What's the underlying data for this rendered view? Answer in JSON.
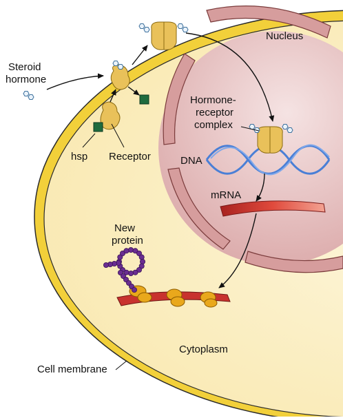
{
  "labels": {
    "steroid_hormone_1": "Steroid",
    "steroid_hormone_2": "hormone",
    "nucleus": "Nucleus",
    "complex_1": "Hormone-",
    "complex_2": "receptor",
    "complex_3": "complex",
    "hsp": "hsp",
    "receptor": "Receptor",
    "dna": "DNA",
    "mrna": "mRNA",
    "new_protein_1": "New",
    "new_protein_2": "protein",
    "cytoplasm": "Cytoplasm",
    "cell_membrane": "Cell membrane"
  },
  "colors": {
    "membrane": "#f2d03a",
    "cytoplasm": "#fbeec0",
    "nucleus": "#e8b8b8",
    "nuclear_envelope": "#c98a8a",
    "receptor": "#e9c15a",
    "hsp": "#1f6b3e",
    "hormone": "#7ab3df",
    "dna": "#4a7fd6",
    "mrna": "#c8322e",
    "protein": "#6a2d91",
    "ribosome": "#e9a81c"
  }
}
